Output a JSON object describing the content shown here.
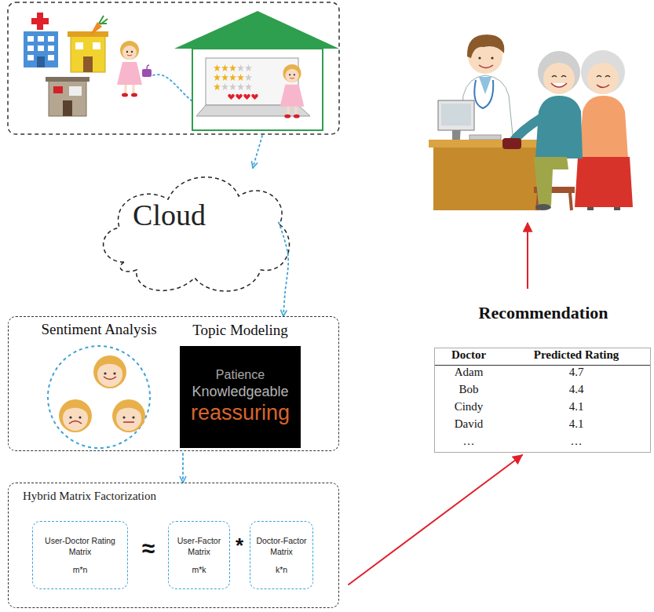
{
  "diagram": {
    "nodes": [
      {
        "text": [
          "Cloud"
        ]
      },
      {
        "text": []
      },
      {
        "text": [
          "Sentiment Analysis"
        ],
        "in": 1
      },
      {
        "text": [
          "Topic Modeling",
          "Patience",
          "Knowledgeable",
          "reassuring"
        ],
        "in": 1
      },
      {
        "text": [
          "Hybrid Matrix Factorization"
        ]
      },
      {
        "text": [
          "User-Doctor Rating Matrix",
          "m*n"
        ],
        "in": 4
      },
      {
        "text": [
          "User-Factor Matrix",
          "m*k"
        ],
        "in": 4
      },
      {
        "text": [
          "Doctor-Factor Matrix",
          "k*n"
        ],
        "in": 4
      },
      {
        "text": [
          "Recommendation"
        ]
      }
    ],
    "edges": [
      {
        "from": 0,
        "to": 1,
        "arrow": "to"
      },
      {
        "from": 1,
        "to": 4,
        "arrow": "to"
      },
      {
        "from": 4,
        "to": 8,
        "arrow": "to"
      }
    ],
    "labels": [
      "≈",
      "*",
      "Doctor",
      "Predicted Rating",
      "Adam",
      "4.7",
      "Bob",
      "4.4",
      "Cindy",
      "4.1",
      "David",
      "4.1",
      "…",
      "…"
    ]
  }
}
